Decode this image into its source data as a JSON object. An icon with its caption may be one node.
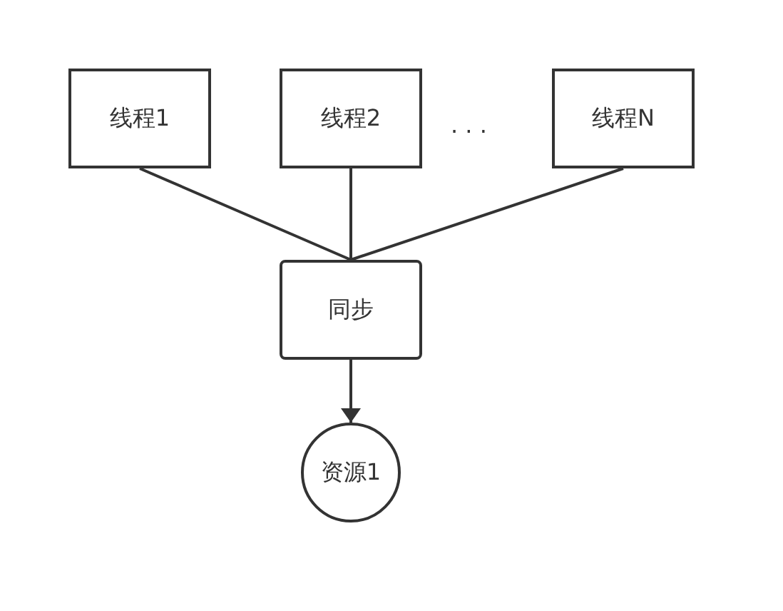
{
  "diagram": {
    "nodes": [
      {
        "text": [
          "线程1"
        ]
      },
      {
        "text": [
          "线程2"
        ]
      },
      {
        "text": [
          "线程N"
        ]
      },
      {
        "text": [
          "同步"
        ]
      },
      {
        "text": [
          "资源1"
        ]
      }
    ],
    "edges": [
      {
        "from": 0,
        "to": 3,
        "arrow": "none"
      },
      {
        "from": 1,
        "to": 3,
        "arrow": "none"
      },
      {
        "from": 2,
        "to": 3,
        "arrow": "none"
      },
      {
        "from": 3,
        "to": 4,
        "arrow": "to"
      }
    ],
    "labels": [
      ". . ."
    ]
  }
}
